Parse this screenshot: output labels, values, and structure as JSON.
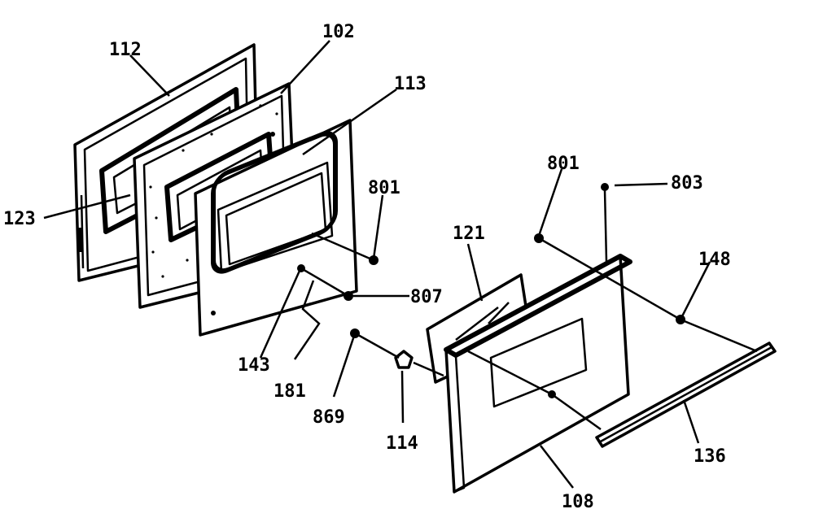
{
  "diagram": {
    "callouts": [
      {
        "id": "c112a",
        "label": "112"
      },
      {
        "id": "c102",
        "label": "102"
      },
      {
        "id": "c113",
        "label": "113"
      },
      {
        "id": "c123",
        "label": "123"
      },
      {
        "id": "c801a",
        "label": "801"
      },
      {
        "id": "c807",
        "label": "807"
      },
      {
        "id": "c143",
        "label": "143"
      },
      {
        "id": "c181",
        "label": "181"
      },
      {
        "id": "c121",
        "label": "121"
      },
      {
        "id": "c801b",
        "label": "801"
      },
      {
        "id": "c803",
        "label": "803"
      },
      {
        "id": "c148",
        "label": "148"
      },
      {
        "id": "c869",
        "label": "869"
      },
      {
        "id": "c114",
        "label": "114"
      },
      {
        "id": "c136",
        "label": "136"
      },
      {
        "id": "c108",
        "label": "108"
      }
    ]
  }
}
